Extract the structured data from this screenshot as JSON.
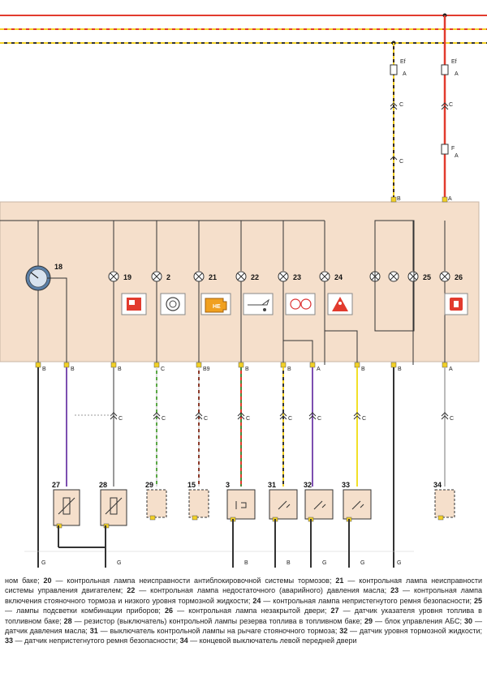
{
  "diagram": {
    "panel": {
      "color": "#f5dfcb",
      "top_labels": [
        "B",
        "A"
      ]
    },
    "fuses": [
      {
        "name": "Ef",
        "pin": "A"
      },
      {
        "name": "Ef",
        "pin": "A"
      },
      {
        "name": "F",
        "pin": "A"
      }
    ],
    "connector_labels": [
      "C",
      "C",
      "C",
      "C"
    ],
    "components": {
      "gauge": "18",
      "lamps": [
        "19",
        "2",
        "21",
        "22",
        "23",
        "24",
        "25",
        "26"
      ],
      "lamp_icon_text": "HE",
      "devices": [
        "27",
        "28",
        "29",
        "15",
        "3",
        "31",
        "32",
        "33",
        "34"
      ]
    },
    "bottom_pin_labels": [
      "B",
      "B",
      "B",
      "C",
      "B9",
      "B",
      "B",
      "A",
      "B",
      "B",
      "A"
    ],
    "mid_connector_labels": [
      "C",
      "C",
      "C",
      "C",
      "C",
      "C",
      "C",
      "C",
      "C"
    ],
    "ground_labels": [
      "G",
      "G",
      "B",
      "B",
      "G",
      "G",
      "G"
    ]
  },
  "legend": [
    {
      "t": "ном баке; "
    },
    {
      "b": "20"
    },
    {
      "t": " — контрольная лампа неисправности антиблокировочной системы тормозов; "
    },
    {
      "b": "21"
    },
    {
      "t": " — контрольная лампа неисправности системы управления двигателем; "
    },
    {
      "b": "22"
    },
    {
      "t": " — контрольная лампа недостаточного (аварийного) давления масла; "
    },
    {
      "b": "23"
    },
    {
      "t": " — контрольная лампа включения стояночного тормоза и низкого уровня тормозной жидкости; "
    },
    {
      "b": "24"
    },
    {
      "t": " — контрольная лампа непристегнутого ремня безопасности; "
    },
    {
      "b": "25"
    },
    {
      "t": " — лампы подсветки комбинации приборов; "
    },
    {
      "b": "26"
    },
    {
      "t": " — контрольная лампа незакрытой двери; "
    },
    {
      "b": "27"
    },
    {
      "t": " — датчик указателя уровня топлива в топливном баке; "
    },
    {
      "b": "28"
    },
    {
      "t": " — резистор (выключатель) контрольной лампы резерва топлива в топливном баке; "
    },
    {
      "b": "29"
    },
    {
      "t": " — блок управления АБС; "
    },
    {
      "b": "30"
    },
    {
      "t": " — датчик давления масла; "
    },
    {
      "b": "31"
    },
    {
      "t": " — выключатель контрольной лампы на рычаге стояночного тормоза; "
    },
    {
      "b": "32"
    },
    {
      "t": " — датчик уровня тормозной жидкости; "
    },
    {
      "b": "33"
    },
    {
      "t": " — датчик непристегнутого ремня безопасности; "
    },
    {
      "b": "34"
    },
    {
      "t": " — концевой выключатель левой передней двери"
    }
  ]
}
